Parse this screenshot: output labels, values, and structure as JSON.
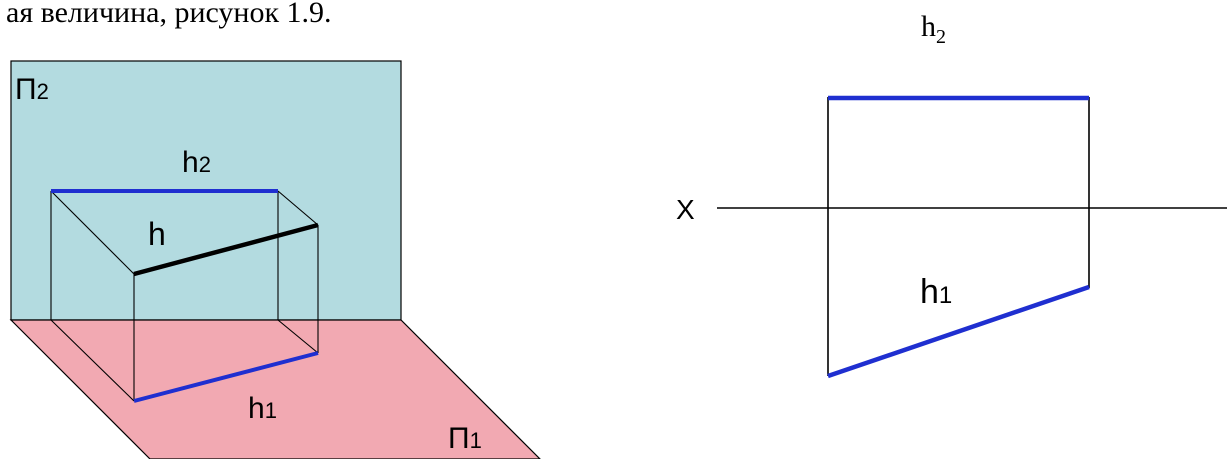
{
  "caption_fragment": "ая величина, рисунок 1.9.",
  "colors": {
    "frontal_plane": "#b3dbe0",
    "horizontal_plane": "#f2a9b2",
    "projection_line": "#1f2fd0",
    "true_line": "#000000",
    "construction_line": "#000000"
  },
  "spatial_view": {
    "frontal_plane_label": "П",
    "frontal_plane_sub": "2",
    "horizontal_plane_label": "П",
    "horizontal_plane_sub": "1",
    "line_label": "h",
    "frontal_projection_label": "h",
    "frontal_projection_sub": "2",
    "horizontal_projection_label": "h",
    "horizontal_projection_sub": "1"
  },
  "orthographic_view": {
    "axis_label": "X",
    "top_label": "h",
    "top_label_sub": "2",
    "horizontal_projection_label": "h",
    "horizontal_projection_sub": "1"
  }
}
